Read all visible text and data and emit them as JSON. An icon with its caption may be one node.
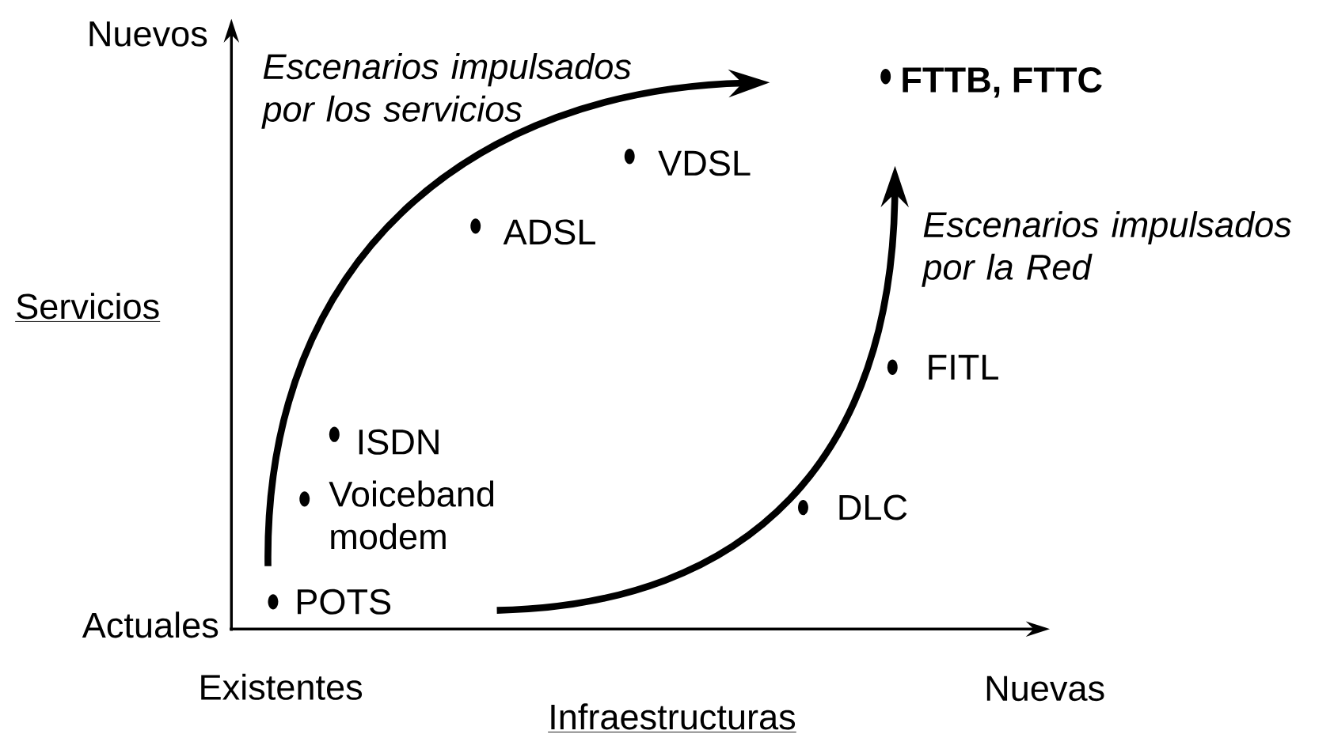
{
  "diagram": {
    "labels": [
      "Nuevos",
      "Escenarios impulsados por los servicios",
      "FTTB, FTTC",
      "VDSL",
      "ADSL",
      "Escenarios impulsados por la Red",
      "Servicios",
      "FITL",
      "ISDN",
      "Voiceband modem",
      "DLC",
      "POTS",
      "Actuales",
      "Existentes",
      "Nuevas",
      "Infraestructuras"
    ]
  }
}
